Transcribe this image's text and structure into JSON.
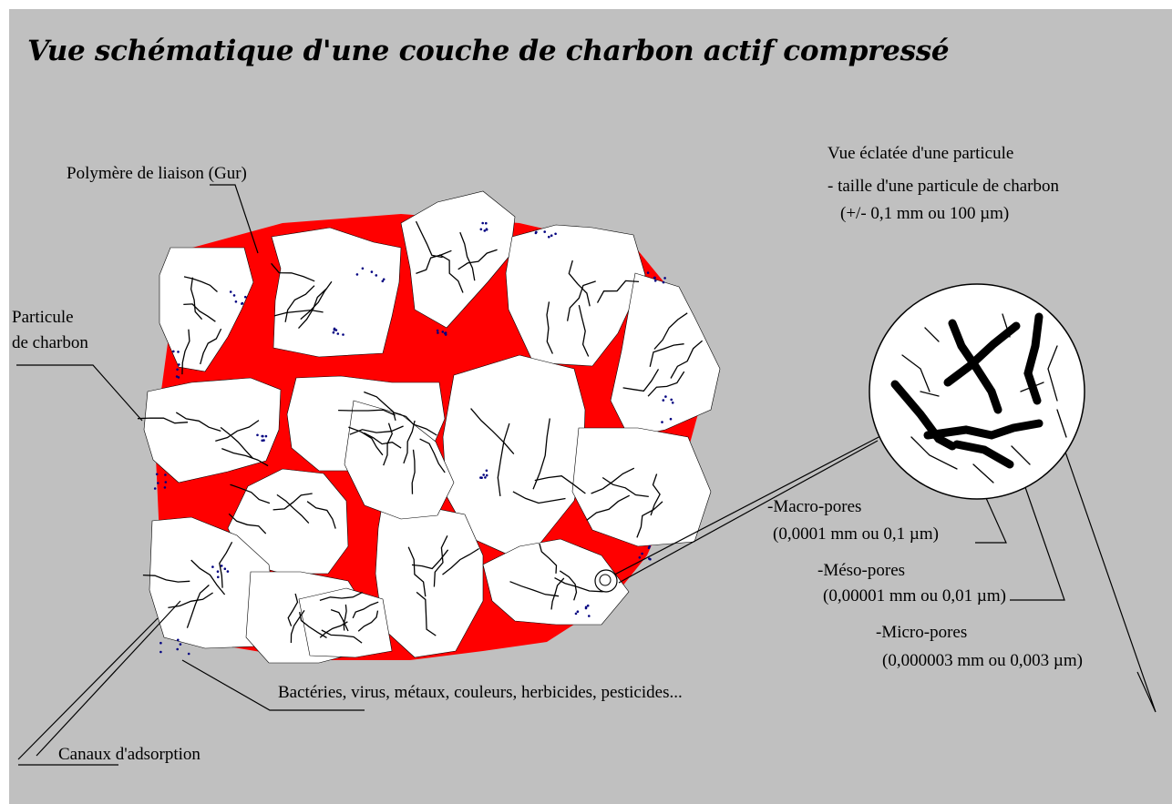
{
  "title": "Vue schématique d'une couche de charbon actif compressé",
  "labels": {
    "binder": "Polymère de liaison (Gur)",
    "particle_line1": "Particule",
    "particle_line2": "de charbon",
    "exploded_line1": "Vue éclatée d'une particule",
    "exploded_line2": "- taille d'une particule de charbon",
    "exploded_line3": "(+/- 0,1 mm ou 100 µm)",
    "macro_name": "-Macro-pores",
    "macro_size": "(0,0001 mm ou 0,1 µm)",
    "meso_name": "-Méso-pores",
    "meso_size": "(0,00001 mm ou 0,01 µm)",
    "micro_name": "-Micro-pores",
    "micro_size": "(0,000003 mm ou 0,003 µm)",
    "contaminants": "Bactéries, virus, métaux, couleurs, herbicides, pesticides...",
    "channels": "Canaux d'adsorption"
  },
  "colors": {
    "background": "#c0c0c0",
    "particle": "#ffffff",
    "binder": "#ff0000",
    "contaminant": "#000080",
    "pore": "#000000"
  }
}
